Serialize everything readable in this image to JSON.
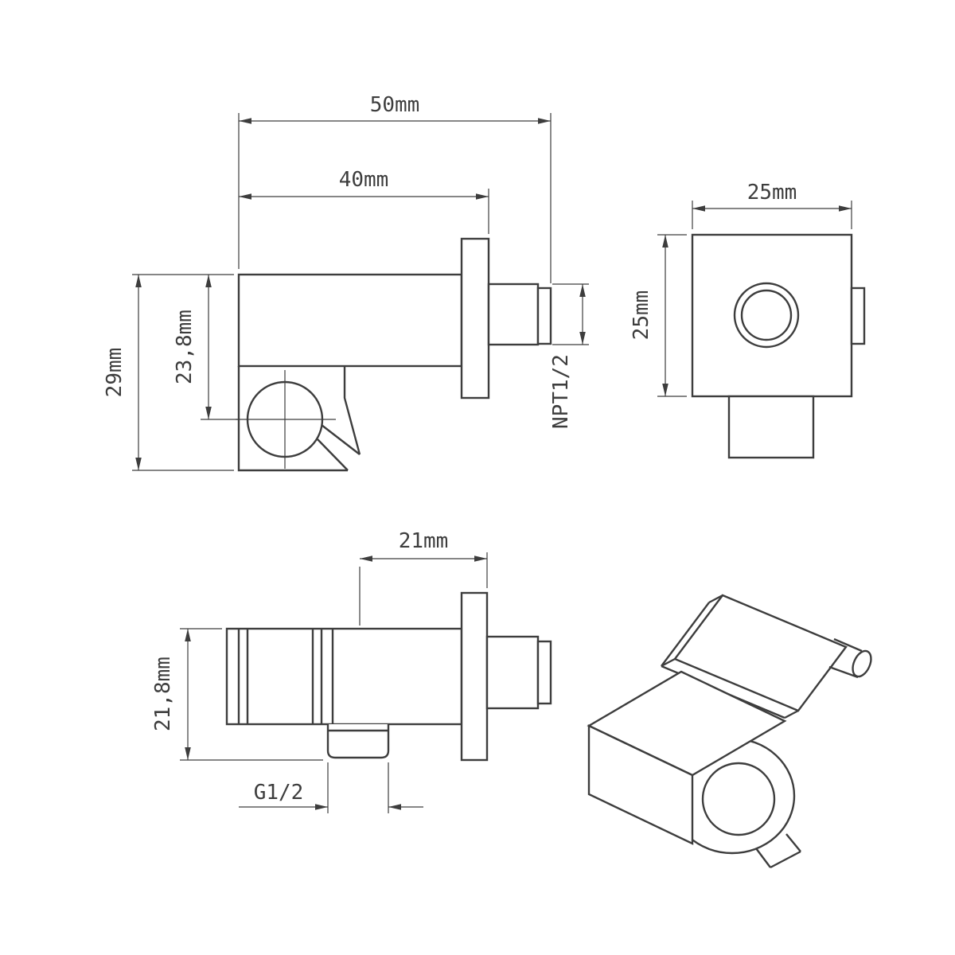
{
  "drawing": {
    "background": "#ffffff",
    "line_color": "#3d3d3d",
    "side_view": {
      "overall_length": "50mm",
      "body_length": "40mm",
      "overall_height": "29mm",
      "holder_center_height": "23,8mm",
      "inlet_thread": "NPT1/2"
    },
    "front_view": {
      "width": "25mm",
      "height": "25mm"
    },
    "bottom_view": {
      "spigot_offset": "21mm",
      "overall_depth": "21,8mm",
      "outlet_thread": "G1/2"
    }
  }
}
